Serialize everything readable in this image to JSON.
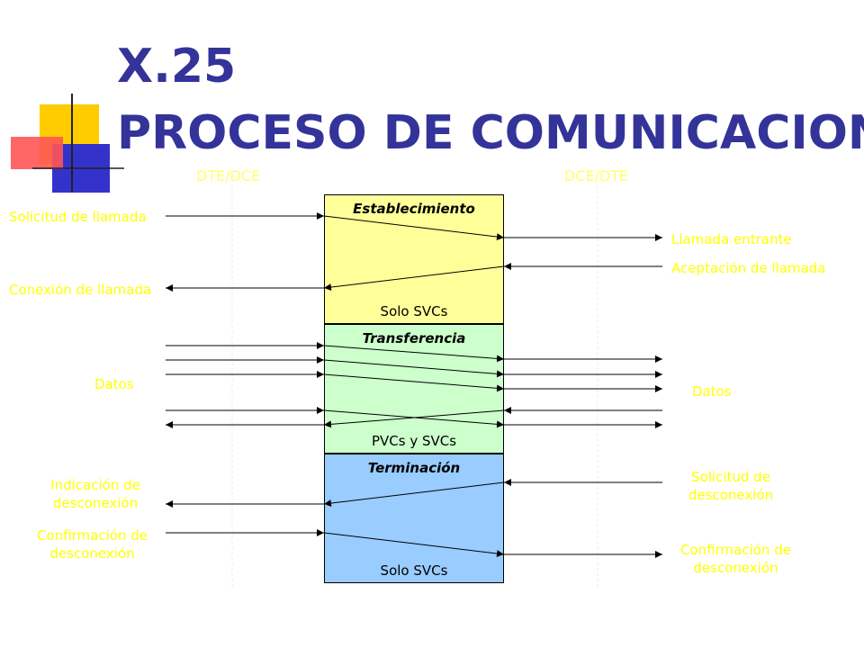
{
  "title_line1": "X.25",
  "title_line2": "PROCESO DE COMUNICACION",
  "columns": {
    "left": "DTE/DCE",
    "right": "DCE/DTE"
  },
  "phases": [
    {
      "title": "Establecimiento",
      "subtitle": "Solo SVCs",
      "color": "#ffff99"
    },
    {
      "title": "Transferencia",
      "subtitle": "PVCs y SVCs",
      "color": "#ccffcc"
    },
    {
      "title": "Terminación",
      "subtitle": "Solo SVCs",
      "color": "#99ccff"
    }
  ],
  "labels": {
    "solicitud_llamada": "Solicitud de llamada",
    "llamada_entrante": "Llamada entrante",
    "aceptacion_llamada": "Aceptación de llamada",
    "conexion_llamada": "Conexión de llamada",
    "datos_left": "Datos",
    "datos_right": "Datos",
    "indicacion_desconexion": "Indicación de\ndesconexión",
    "solicitud_desconexion": "Solicitud de\ndesconexión",
    "confirmacion_left": "Confirmación de\ndesconexión",
    "confirmacion_right": "Confirmación de\ndesconexión"
  }
}
